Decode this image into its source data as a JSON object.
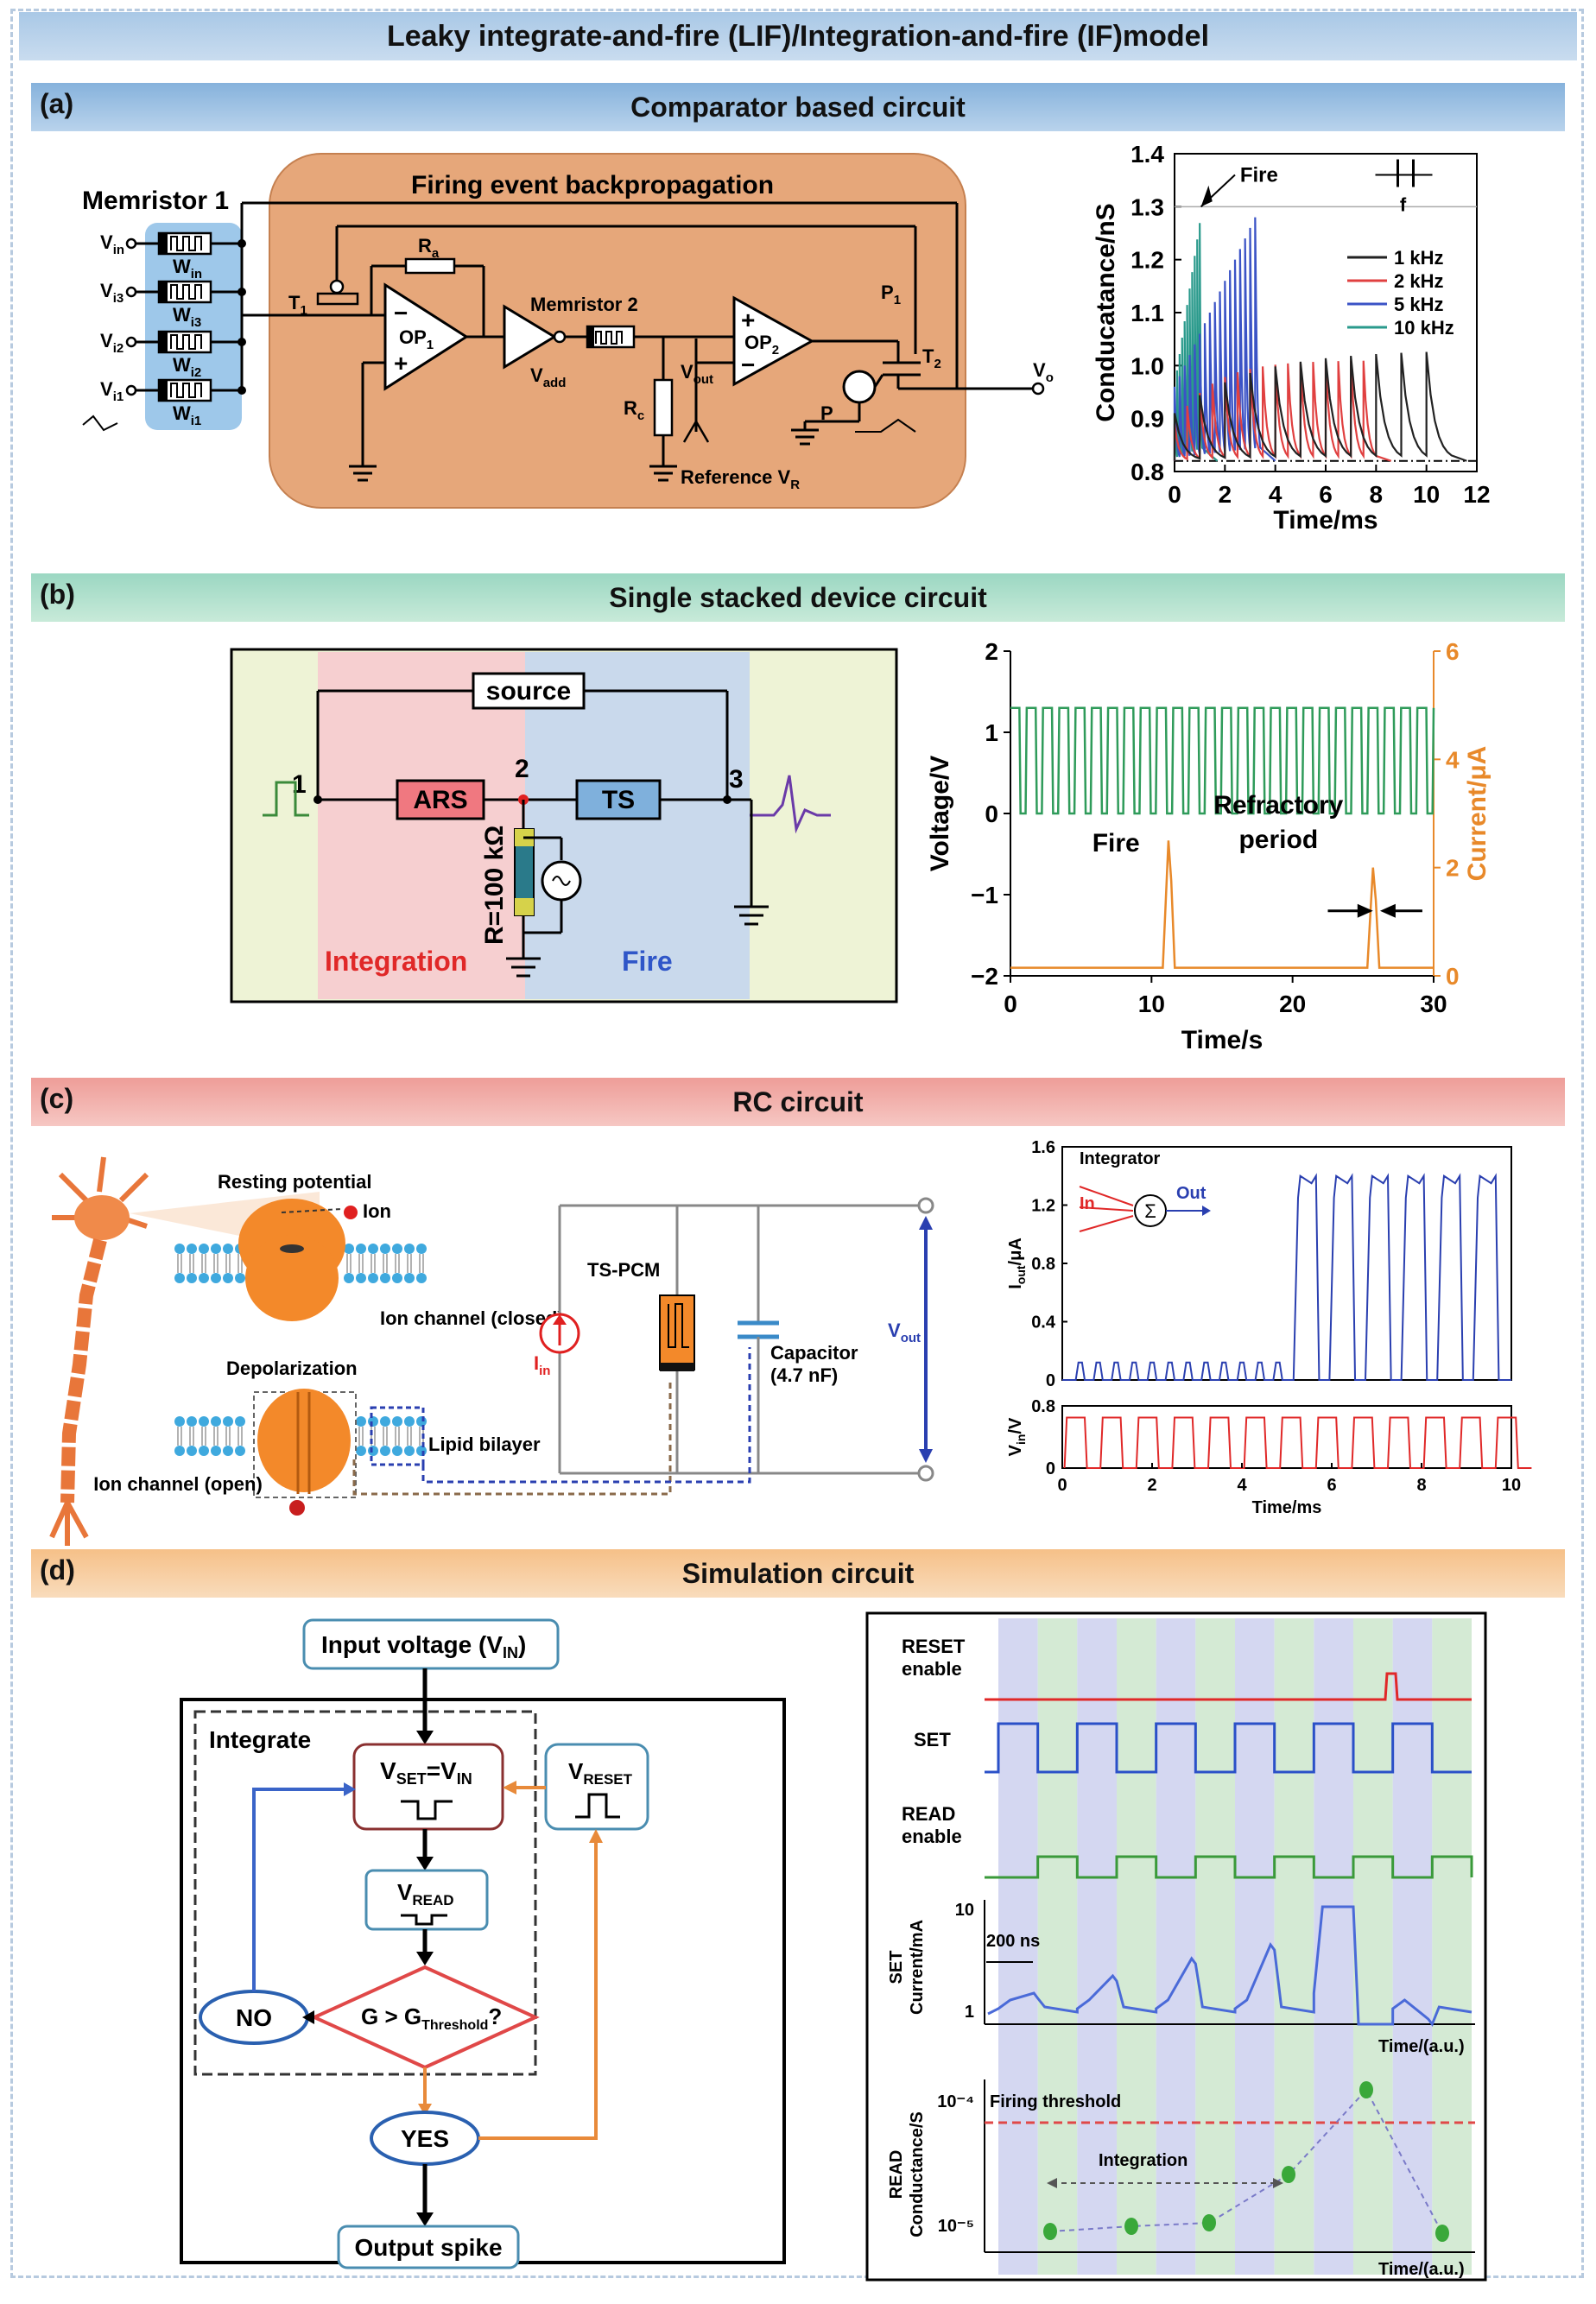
{
  "title": "Leaky integrate-and-fire (LIF)/Integration-and-fire (IF)model",
  "colors": {
    "a": "#8fb6dc",
    "b": "#a9dcc9",
    "c": "#f0aaa6",
    "d": "#f6c89a"
  },
  "sections": {
    "a": {
      "label": "(a)",
      "title": "Comparator based circuit",
      "circuit": {
        "memristor1": "Memristor 1",
        "backprop": "Firing event backpropagation",
        "memristor2": "Memristor 2",
        "reference": "Reference V",
        "reference_sub": "R",
        "inputs": [
          {
            "v": "V",
            "vs": "in",
            "w": "W",
            "ws": "in"
          },
          {
            "v": "V",
            "vs": "i3",
            "w": "W",
            "ws": "i3"
          },
          {
            "v": "V",
            "vs": "i2",
            "w": "W",
            "ws": "i2"
          },
          {
            "v": "V",
            "vs": "i1",
            "w": "W",
            "ws": "i1"
          }
        ],
        "t1": "T",
        "t1s": "1",
        "ra": "R",
        "ras": "a",
        "op1": "OP",
        "op1s": "1",
        "vadd": "V",
        "vadds": "add",
        "vout": "V",
        "vouts": "out",
        "op2": "OP",
        "op2s": "2",
        "rc": "R",
        "rcs": "c",
        "p1": "P",
        "p1s": "1",
        "t2": "T",
        "t2s": "2",
        "p": "P",
        "vo": "V",
        "vos": "o"
      },
      "chart_data": {
        "type": "line",
        "xlabel": "Time/ms",
        "ylabel": "Conducatance/nS",
        "xlim": [
          0,
          12
        ],
        "ylim": [
          0.8,
          1.4
        ],
        "xticks": [
          "0",
          "2",
          "4",
          "6",
          "8",
          "10",
          "12"
        ],
        "yticks": [
          "0.8",
          "0.9",
          "1.0",
          "1.1",
          "1.2",
          "1.3",
          "1.4"
        ],
        "annotation": "Fire",
        "freq_label": "f",
        "threshold": 1.3,
        "rest": 0.82,
        "series": [
          {
            "name": "1 kHz",
            "color": "#222222",
            "period": 1.0,
            "cycles": 11,
            "inc": 0.09
          },
          {
            "name": "2 kHz",
            "color": "#e04040",
            "period": 0.5,
            "cycles": 16,
            "inc": 0.07
          },
          {
            "name": "5 kHz",
            "color": "#3b53c6",
            "period": 0.2,
            "cycles": 17,
            "inc": 0.06
          },
          {
            "name": "10 kHz",
            "color": "#2a9a8c",
            "period": 0.1,
            "cycles": 11,
            "inc": 0.05
          }
        ]
      }
    },
    "b": {
      "label": "(b)",
      "title": "Single stacked device circuit",
      "circuit": {
        "source": "source",
        "ars": "ARS",
        "ts": "TS",
        "resistor": "R=100 kΩ",
        "integration": "Integration",
        "fire": "Fire",
        "n1": "1",
        "n2": "2",
        "n3": "3"
      },
      "chart_data": {
        "type": "line",
        "xlabel": "Time/s",
        "ylabel_left": "Voltage/V",
        "ylabel_right": "Current/μA",
        "xlim": [
          0,
          30
        ],
        "ylim_left": [
          -2,
          2
        ],
        "ylim_right": [
          0,
          6
        ],
        "xticks": [
          "0",
          "10",
          "20",
          "30"
        ],
        "yticks_left": [
          "−2",
          "−1",
          "0",
          "1",
          "2"
        ],
        "yticks_right": [
          "0",
          "2",
          "4",
          "6"
        ],
        "voltage": {
          "high": 1.3,
          "low": 0,
          "pulses": 26
        },
        "current": {
          "spikes": [
            {
              "t": 11.3,
              "peak": 2.5
            },
            {
              "t": 25.8,
              "peak": 2.0
            }
          ],
          "baseline": 0.15
        },
        "annotations": {
          "fire": "Fire",
          "refractory": "Refractory\nperiod"
        }
      }
    },
    "c": {
      "label": "(c)",
      "title": "RC circuit",
      "neuron": {
        "resting": "Resting potential",
        "ion": "Ion",
        "closed": "Ion channel\n(closed)",
        "depolarization": "Depolarization",
        "bilayer": "Lipid bilayer",
        "open": "Ion channel\n(open)"
      },
      "circuit": {
        "tspcm": "TS-PCM",
        "iin": "I",
        "iins": "in",
        "capacitor": "Capacitor",
        "cap_value": "(4.7 nF)",
        "vout": "V",
        "vouts": "out"
      },
      "chart_data": {
        "type": "line",
        "xlabel": "Time/ms",
        "xlim": [
          0,
          10
        ],
        "xticks": [
          "0",
          "2",
          "4",
          "6",
          "8",
          "10"
        ],
        "top": {
          "ylabel": "I",
          "ylabel_sub": "out",
          "ylabel_unit": "/μA",
          "ylim": [
            0,
            1.6
          ],
          "yticks": [
            "0",
            "0.4",
            "0.8",
            "1.2",
            "1.6"
          ],
          "small_spikes_until": 5.0,
          "small_amp": 0.12,
          "large_amp": 1.4,
          "large_pulses": [
            5.2,
            6.0,
            6.8,
            7.6,
            8.4,
            9.2
          ]
        },
        "bottom": {
          "ylabel": "V",
          "ylabel_sub": "in",
          "ylabel_unit": "/V",
          "ylim": [
            0,
            0.8
          ],
          "yticks": [
            "0",
            "0.8"
          ],
          "high": 0.65,
          "period": 0.8
        },
        "legend": {
          "integrator": "Integrator",
          "in": "In",
          "out": "Out"
        }
      }
    },
    "d": {
      "label": "(d)",
      "title": "Simulation circuit",
      "flow": {
        "input": "Input voltage (V",
        "input_sub": "IN",
        "input_end": ")",
        "integrate": "Integrate",
        "vset": "V",
        "vset_sub": "SET",
        "vset_eq": "=V",
        "vset_eq_sub": "IN",
        "vreset": "V",
        "vreset_sub": "RESET",
        "vread": "V",
        "vread_sub": "READ",
        "cond": "G > G",
        "cond_sub": "Threshold",
        "cond_end": "?",
        "no": "NO",
        "yes": "YES",
        "output": "Output spike"
      },
      "timing": {
        "reset": "RESET\nenable",
        "set": "SET",
        "read": "READ\nenable",
        "set_current": "SET\nCurrent/mA",
        "ns200": "200 ns",
        "time": "Time/(a.u.)",
        "read_cond": "READ\nConductance/S",
        "firing_threshold": "Firing threshold",
        "integration": "Integration",
        "y10": "10",
        "y1": "1",
        "ye4": "10⁻⁴",
        "ye5": "10⁻⁵"
      }
    }
  }
}
